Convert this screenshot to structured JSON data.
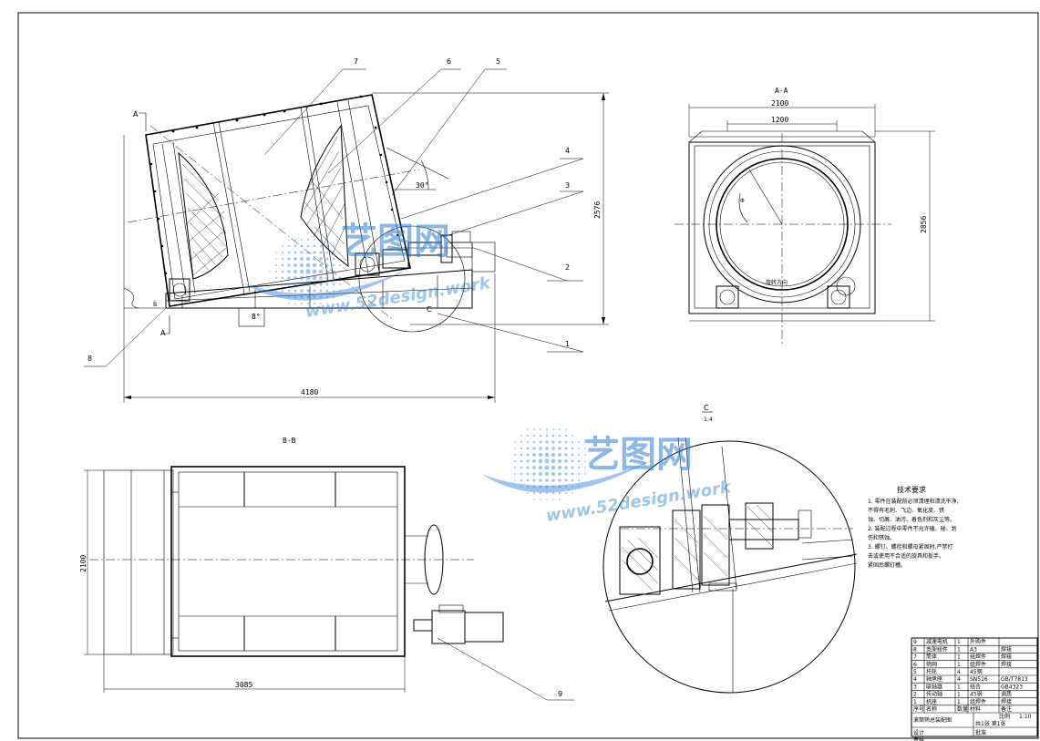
{
  "views": {
    "aa_title": "A-A",
    "bb_title": "B-B",
    "detail_label": "C",
    "detail_scale": "1:4",
    "section_a_top": "A",
    "section_a_bottom": "A",
    "section_b": "B"
  },
  "dimensions": {
    "main_height": "2576",
    "main_width": "4180",
    "angle_30": "30°",
    "angle_8": "8°",
    "aa_width_outer": "2100",
    "aa_width_inner": "1200",
    "aa_height": "2856",
    "aa_phi": "Φ",
    "bb_height": "2100",
    "bb_width": "3085",
    "rot_dir": "旋转方向"
  },
  "balloons": [
    "1",
    "2",
    "3",
    "4",
    "5",
    "6",
    "7",
    "8",
    "9"
  ],
  "tech_requirements": {
    "title": "技术要求",
    "lines": [
      "1. 零件在装配前必须清理和清洗干净,",
      "   不得有毛刺、飞边、氧化皮、锈",
      "   蚀、切屑、油污、着色剂和灰尘等。",
      "2. 装配过程中零件不允许磕、碰、划",
      "   伤和锈蚀。",
      "3. 螺钉、螺栓和螺母紧固时,严禁打",
      "   击或使用不合适的旋具和扳手。",
      "   紧固后螺钉槽。"
    ]
  },
  "bom": {
    "rows": [
      [
        "9",
        "减速电机",
        "1",
        "外购件",
        ""
      ],
      [
        "8",
        "支架组件",
        "1",
        "A3",
        "焊接"
      ],
      [
        "7",
        "筒体",
        "1",
        "组焊件",
        "焊接"
      ],
      [
        "6",
        "筛网",
        "1",
        "组焊件",
        "焊接"
      ],
      [
        "5",
        "托轮",
        "4",
        "45钢",
        ""
      ],
      [
        "4",
        "轴承座",
        "4",
        "SN516",
        "GB/T7813"
      ],
      [
        "3",
        "联轴器",
        "1",
        "组合",
        "GB4323"
      ],
      [
        "2",
        "传动轴",
        "1",
        "45钢",
        "调质"
      ],
      [
        "1",
        "机座",
        "1",
        "组焊件",
        "焊接"
      ]
    ],
    "header": [
      "序号",
      "名称",
      "数量",
      "材料",
      "备注"
    ],
    "title": "滚筒筛总装配图",
    "scale_label": "比例",
    "scale_value": "1:10",
    "sheet": "共1张 第1张",
    "designer": "设计",
    "checker": "审核",
    "approver": "批准"
  },
  "watermark": {
    "logo_text": "艺图网",
    "url": "www.52design.work"
  }
}
